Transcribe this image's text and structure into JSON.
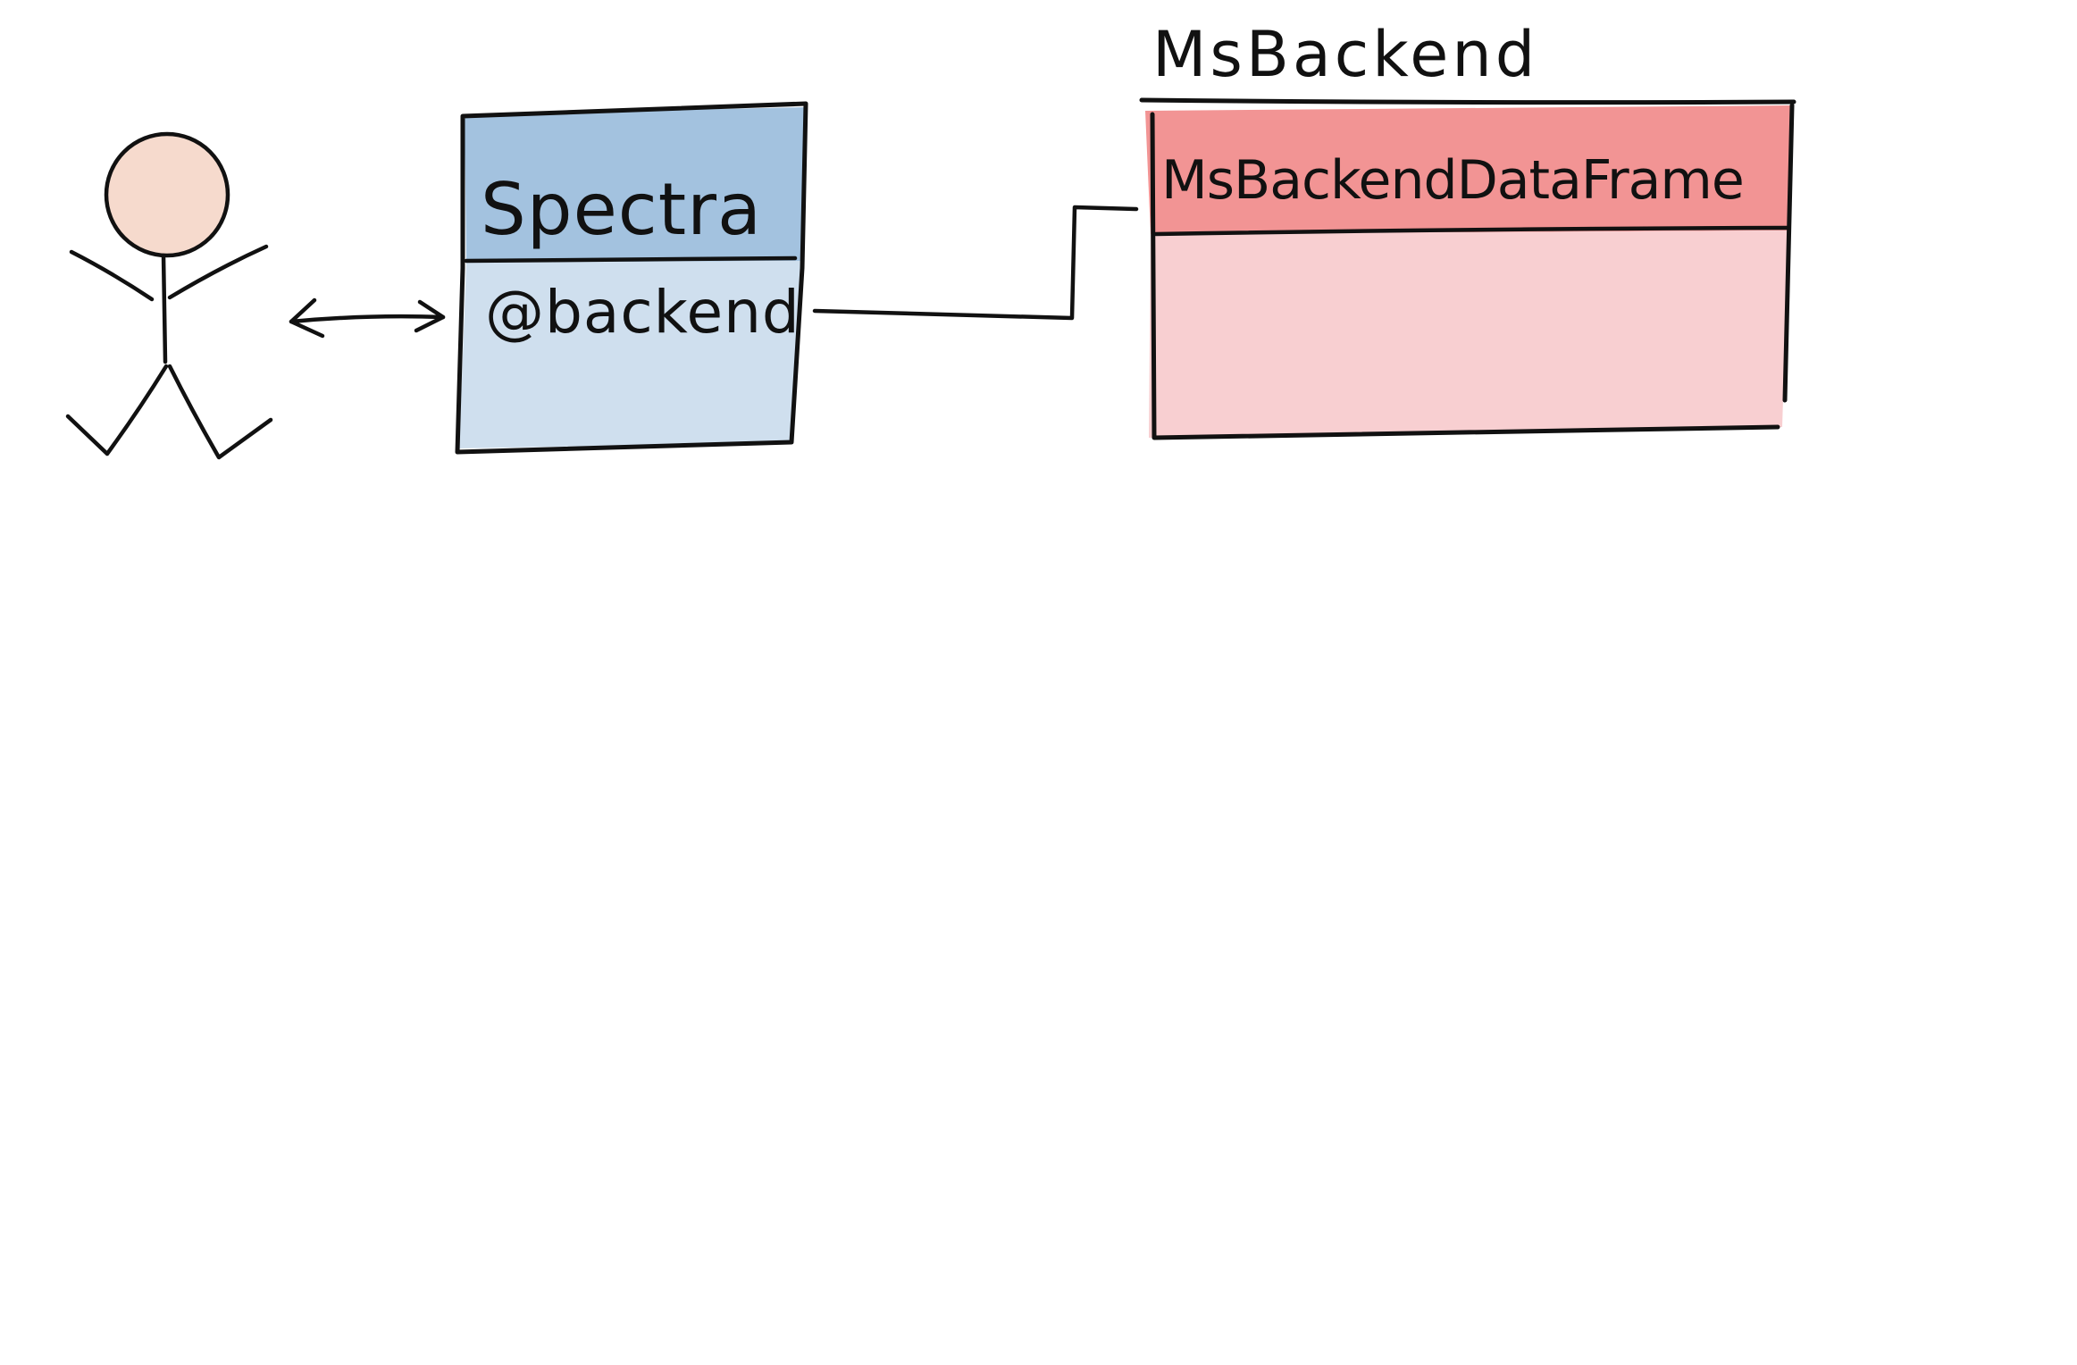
{
  "spectra": {
    "name": "Spectra",
    "slot": "@backend"
  },
  "backend": {
    "label": "MsBackend",
    "slot_class": "MsBackendDataFrame"
  },
  "colors": {
    "spectra_header": "#a3c2df",
    "spectra_body": "#cfdfee",
    "backend_header": "#f29494",
    "backend_body": "#f8cfd1",
    "person_head": "#f6dacd",
    "stroke": "#111111"
  }
}
